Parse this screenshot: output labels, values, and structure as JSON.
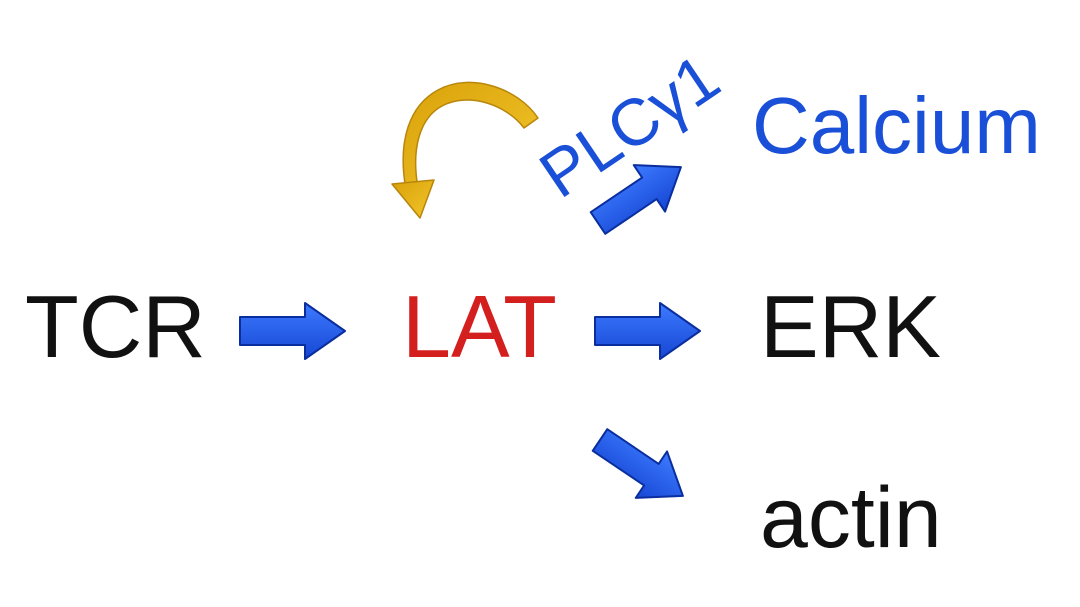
{
  "nodes": {
    "tcr": "TCR",
    "lat": "LAT",
    "erk": "ERK",
    "actin": "actin",
    "calcium": "Calcium",
    "plc": "PLCγ1"
  },
  "colors": {
    "arrow_blue": "#1f5fe6",
    "arrow_outline": "#0a2e9e",
    "feedback_gold": "#e0b012",
    "lat_red": "#d41f1f",
    "label_black": "#111111",
    "label_blue": "#1a4fd8"
  }
}
